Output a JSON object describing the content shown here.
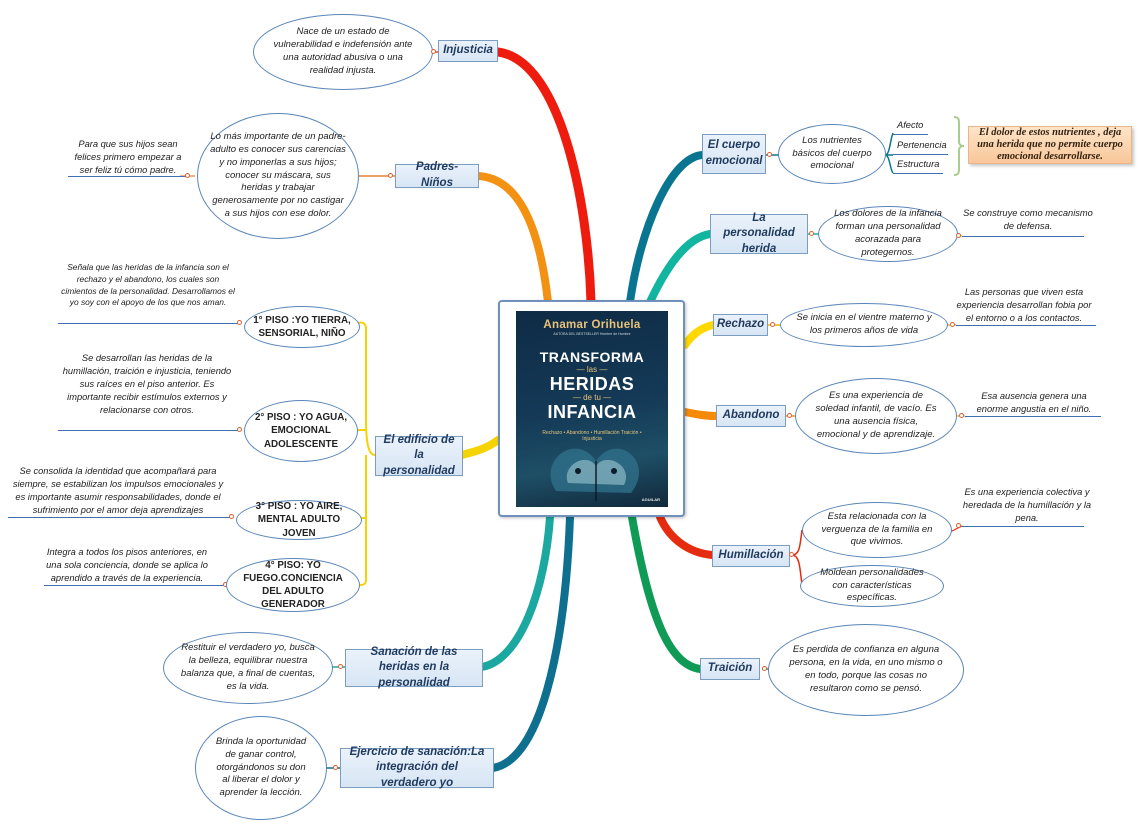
{
  "central": {
    "author": "Anamar Orihuela",
    "tagline": "AUTORA DEL BESTSELLER Hombre de Hombre",
    "title_top": "TRANSFORMA",
    "title_las": "— las —",
    "title_mid": "HERIDAS",
    "title_de": "— de tu —",
    "title_bottom": "INFANCIA",
    "wounds_line": "Rechazo • Abandono • Humillación Traición • Injusticia",
    "publisher": "AGUILAR"
  },
  "left": {
    "injusticia": {
      "label": "Injusticia",
      "text": "Nace de un estado de vulnerabilidad e indefensión ante una autoridad abusiva o una realidad injusta."
    },
    "padres": {
      "label": "Padres- Niños",
      "text": "Lo más importante de un padre-adulto es conocer sus carencias y no imponerlas a sus hijos; conocer su máscara, sus heridas y trabajar generosamente por no castigar a sus hijos con ese dolor.",
      "note": "Para que sus hijos sean felices primero empezar a ser feliz tú cómo padre."
    },
    "edificio": {
      "label": "El edificio de la personalidad",
      "pisos": [
        {
          "label": "1° PISO :YO TIERRA, SENSORIAL, NIÑO",
          "note": "Señala que las heridas de la infancia son el rechazo y el abandono, los cuales son cimientos de la personalidad. Desarrollamos el yo soy con el apoyo de los que nos aman."
        },
        {
          "label": "2° PISO : YO AGUA, EMOCIONAL ADOLESCENTE",
          "note": "Se desarrollan las heridas de la humillación, traición e injusticia, teniendo sus raíces en el piso anterior. Es importante recibir estímulos externos y relacionarse con otros."
        },
        {
          "label": "3° PISO : YO AIRE, MENTAL ADULTO JOVEN",
          "note": "Se consolida la identidad que acompañará para siempre, se estabilizan los impulsos emocionales y es importante asumir responsabilidades, donde el sufrimiento por el amor deja aprendizajes"
        },
        {
          "label": "4° PISO: YO FUEGO.CONCIENCIA DEL ADULTO GENERADOR",
          "note": "Integra a todos los pisos anteriores, en una sola conciencia, donde se aplica lo aprendido a través de la experiencia."
        }
      ]
    },
    "sanacion": {
      "label": "Sanación de las heridas en la personalidad",
      "text": "Restituir el verdadero yo, busca la belleza, equilibrar nuestra balanza que, a final de cuentas, es la vida."
    },
    "ejercicio": {
      "label": "Ejercicio de sanación:La integración del verdadero yo",
      "text": "Brinda la oportunidad de ganar control, otorgándonos su don al liberar el dolor y aprender la lección."
    }
  },
  "right": {
    "cuerpo": {
      "label": "El cuerpo emocional",
      "text": "Los nutrientes básicos del cuerpo emocional",
      "items": [
        "Afecto",
        "Pertenencia",
        "Estructura"
      ],
      "emphasis": "El dolor de estos nutrientes , deja una herida que no permite cuerpo emocional desarrollarse."
    },
    "personalidad": {
      "label": "La personalidad herida",
      "text": "Los dolores de la infancia forman una personalidad acorazada para protegernos.",
      "note": "Se construye como mecanismo de defensa."
    },
    "rechazo": {
      "label": "Rechazo",
      "text": "Se inicia en el vientre materno y los primeros años de vida",
      "note": "Las personas que viven esta experiencia desarrollan fobia por el entorno o a los contactos."
    },
    "abandono": {
      "label": "Abandono",
      "text": "Es una experiencia de soledad infantil, de vacío. Es una ausencia física, emocional y de aprendizaje.",
      "note": "Esa ausencia genera una enorme angustia en el niño."
    },
    "humillacion": {
      "label": "Humillación",
      "text1": "Esta relacionada con la verguenza de la familia en que vivimos.",
      "text2": "Moldean personalidades con características específicas.",
      "note": "Es una experiencia colectiva y heredada de la humillación y la pena."
    },
    "traicion": {
      "label": "Traición",
      "text": "Es perdida de confianza en alguna persona, en la vida, en uno mismo o en todo, porque las cosas no resultaron como se pensó."
    }
  },
  "colors": {
    "injusticia": "#ee1c0e",
    "padres": "#f39112",
    "edificio": "#f5d300",
    "sanacion": "#1ba8a0",
    "ejercicio": "#0e6f8e",
    "cuerpo": "#0a7590",
    "personalidad": "#12b5a0",
    "rechazo": "#ffd800",
    "abandono": "#f58a09",
    "humillacion": "#e52b10",
    "traicion": "#0f9a55",
    "node_border": "#7d9cc2",
    "ellipse_border": "#5a86b8",
    "underline": "#3f6fb0",
    "emphasis_fill": "#f8c79a"
  }
}
